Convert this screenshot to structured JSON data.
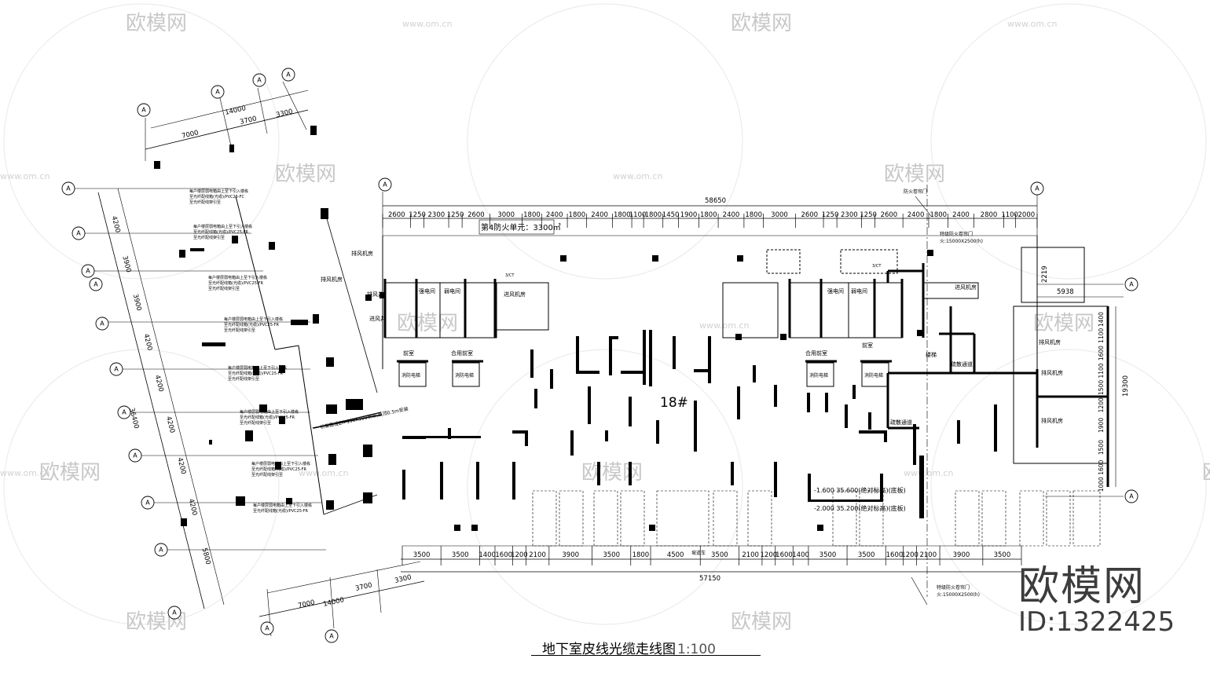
{
  "drawing": {
    "title": "地下室皮线光缆走线图",
    "scale": "1:100",
    "building_label": "18#",
    "axis_label": "A",
    "fire_zone_label": "第4防火单元：3300㎡",
    "cable_note": "桥架敷设ZR-150X100桥架,距顶0.5m安装"
  },
  "watermark": {
    "brand": "欧模网",
    "site": "www.om.cn",
    "site_short": "om.cn",
    "model_id": "ID:1322425"
  },
  "dimensions": {
    "top_total": "58650",
    "top_segments": [
      "2600",
      "1250",
      "2300",
      "1250",
      "2600",
      "3000",
      "1800",
      "2400",
      "1800",
      "2400",
      "1800",
      "1100",
      "1800",
      "1450",
      "1900",
      "1800",
      "2400",
      "1800",
      "3000",
      "2600",
      "1250",
      "2300",
      "1250",
      "2600",
      "2400",
      "1800",
      "2400",
      "2800",
      "1100",
      "2000"
    ],
    "bottom_total": "57150",
    "bottom_segments": [
      "3500",
      "3500",
      "1400",
      "1600",
      "1200",
      "2100",
      "3900",
      "3500",
      "1800",
      "4500",
      "3500",
      "2100",
      "1200",
      "1600",
      "1400",
      "3500",
      "3500",
      "1600",
      "1200",
      "2100",
      "3900",
      "3500"
    ],
    "left_top_total": "14000",
    "left_top_segments": [
      "7000",
      "3700",
      "3300"
    ],
    "left_bottom_total": "14000",
    "left_bottom_segments": [
      "7000",
      "3700",
      "3300"
    ],
    "left_side": [
      "4200",
      "3900",
      "3900",
      "4200",
      "4200",
      "4200",
      "4200",
      "4200",
      "5800"
    ],
    "left_side_total": "36400",
    "right_side": [
      "1400",
      "1100",
      "1600",
      "1100",
      "1500",
      "1200",
      "1900",
      "1500",
      "1600",
      "1000"
    ],
    "right_side_total": "19300",
    "right_top": [
      "2219",
      "5938"
    ],
    "elevations": [
      "-1.600 35.600(绝对标高)(底板)",
      "-2.000 35.200(绝对标高)(底板)"
    ]
  },
  "rooms": [
    {
      "id": "fan-room-1",
      "label": "排风机房"
    },
    {
      "id": "fan-room-2",
      "label": "排风机房"
    },
    {
      "id": "fan-room-3",
      "label": "进风机房"
    },
    {
      "id": "fan-room-4",
      "label": "进风机房"
    },
    {
      "id": "shaft-1",
      "label": "排风井"
    },
    {
      "id": "shaft-2",
      "label": "进风井"
    },
    {
      "id": "elec-1",
      "label": "强电间"
    },
    {
      "id": "elec-2",
      "label": "弱电间"
    },
    {
      "id": "elec-3",
      "label": "强电间"
    },
    {
      "id": "elec-4",
      "label": "弱电间"
    },
    {
      "id": "lobby-1",
      "label": "前室"
    },
    {
      "id": "lobby-2",
      "label": "合用前室"
    },
    {
      "id": "lobby-3",
      "label": "合用前室"
    },
    {
      "id": "lobby-4",
      "label": "前室"
    },
    {
      "id": "corridor-1",
      "label": "疏散通道"
    },
    {
      "id": "corridor-2",
      "label": "疏散通道"
    },
    {
      "id": "stair",
      "label": "楼梯"
    },
    {
      "id": "fan-room-r1",
      "label": "排风机房"
    },
    {
      "id": "fan-room-r2",
      "label": "排风机房"
    },
    {
      "id": "fan-room-r3",
      "label": "排风机房"
    },
    {
      "id": "elev-1",
      "label": "消防电梯"
    },
    {
      "id": "elev-2",
      "label": "消防电梯"
    },
    {
      "id": "elev-3",
      "label": "消防电梯"
    },
    {
      "id": "elev-4",
      "label": "消防电梯"
    }
  ],
  "notes": {
    "cable_branch": "每户楼层弱电箱由上至下引入楼栋",
    "cable_spec": "至光纤配线箱(光缆)/PVC25-FC",
    "cable_spec2": "至光纤配线箱(光缆)/PVC25-FR",
    "cable_wall": "至光纤配线架引至",
    "door_top": "防火卷帘门",
    "door_top2": "特级防火卷帘门",
    "door_top3": "火:15000X2500(h)",
    "door_bottom": "特级防火卷帘门",
    "door_bottom2": "火:15000X2500(h)",
    "ramp": "坡道车",
    "ct_note": "3/CT"
  }
}
